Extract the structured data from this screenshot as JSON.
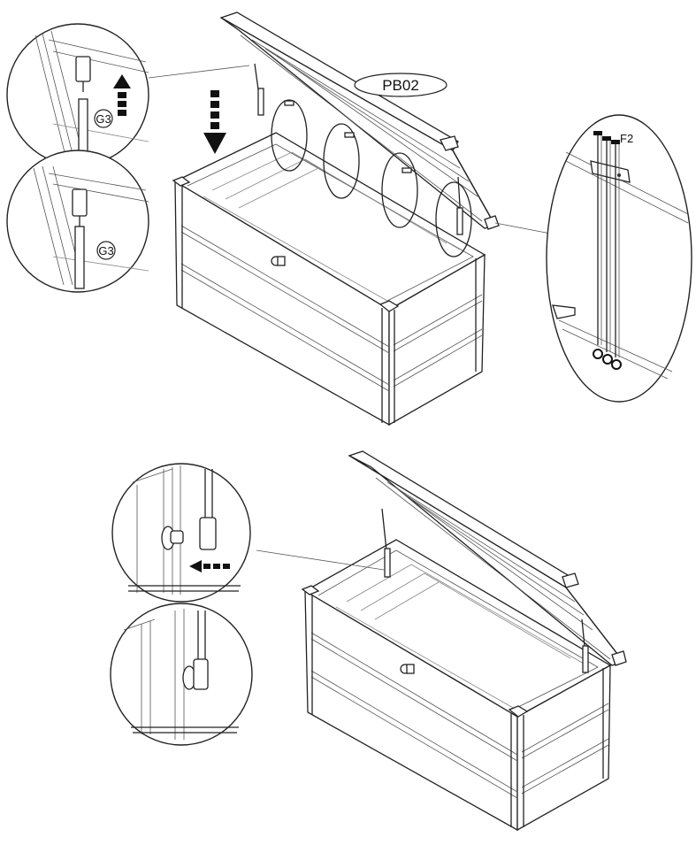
{
  "step_top": {
    "part_label": "PB02",
    "detail_top_left": {
      "part_label": "G3"
    },
    "detail_mid_left": {
      "part_label": "G3"
    },
    "detail_right": {
      "part_label": "F2"
    }
  },
  "colors": {
    "line": "#222222",
    "background": "#ffffff"
  },
  "icons": [
    "down-arrow-icon",
    "up-arrow-icon",
    "left-arrow-icon",
    "gas-strut-icon",
    "hinge-icon",
    "lock-icon",
    "bolt-icon",
    "nut-icon"
  ]
}
